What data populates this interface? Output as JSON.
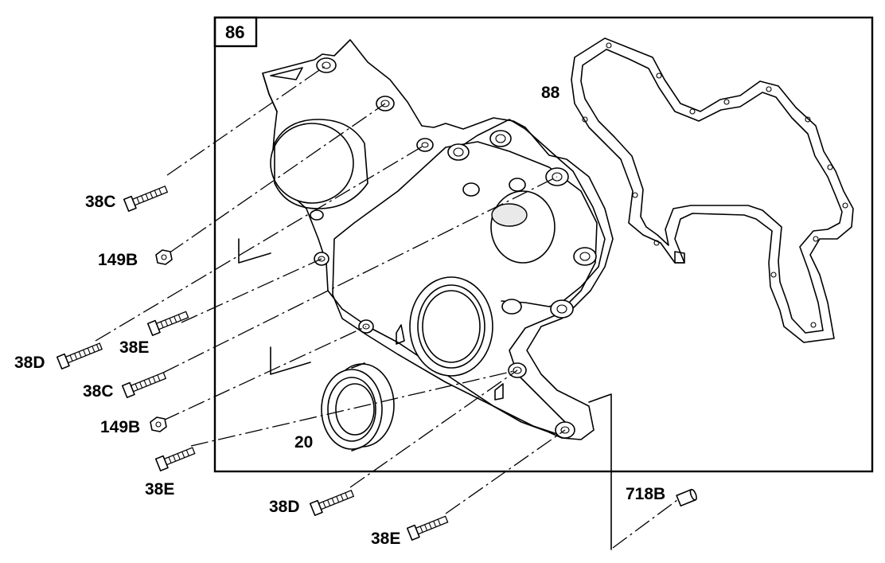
{
  "assembly": {
    "box_label": "86",
    "parts": {
      "gasket": "88",
      "oil_seal": "20",
      "dowel": "718B",
      "screw_c_upper": "38C",
      "nut_upper": "149B",
      "screw_e_left": "38E",
      "screw_d_left": "38D",
      "screw_c_lower": "38C",
      "nut_lower": "149B",
      "screw_e_lower": "38E",
      "screw_d_bottom": "38D",
      "screw_e_bottom": "38E"
    }
  },
  "icons": {
    "timing_cover": "timing-cover-icon",
    "gasket": "gasket-icon",
    "oil_seal": "oil-seal-icon",
    "bolt": "bolt-icon",
    "nut": "nut-icon",
    "dowel": "dowel-icon"
  }
}
